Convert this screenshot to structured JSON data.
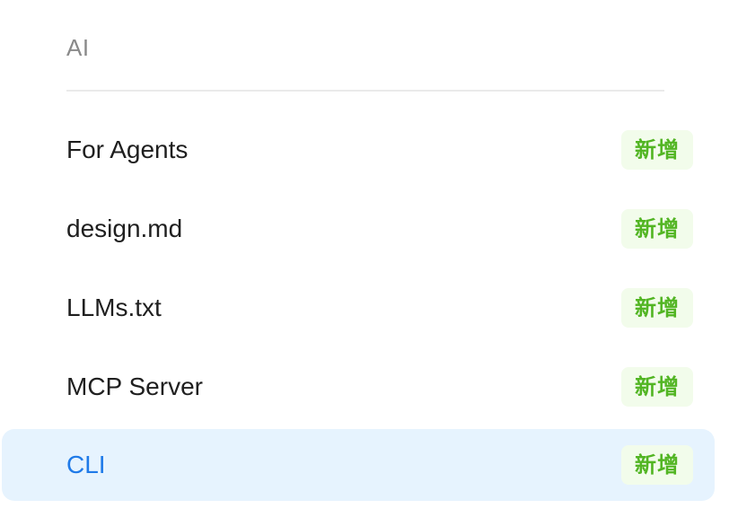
{
  "section": {
    "title": "AI"
  },
  "items": [
    {
      "label": "For Agents",
      "badge": "新增",
      "active": false
    },
    {
      "label": "design.md",
      "badge": "新增",
      "active": false
    },
    {
      "label": "LLMs.txt",
      "badge": "新增",
      "active": false
    },
    {
      "label": "MCP Server",
      "badge": "新增",
      "active": false
    },
    {
      "label": "CLI",
      "badge": "新增",
      "active": true
    }
  ],
  "colors": {
    "active_background": "#e6f3fe",
    "active_text": "#1f7ae8",
    "badge_background": "#f2fceb",
    "badge_text": "#52b523",
    "section_title": "#8a8a8a"
  }
}
